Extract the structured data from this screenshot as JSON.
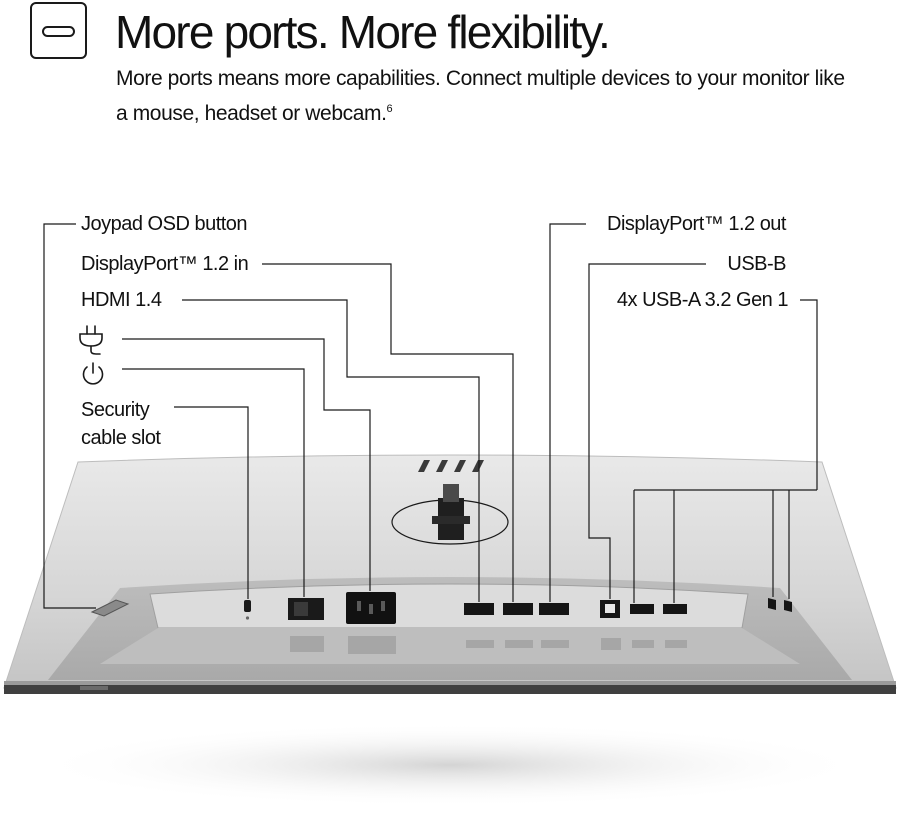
{
  "header": {
    "icon": "usb-port-icon",
    "title": "More ports. More flexibility.",
    "subtitle": "More ports means more capabilities. Connect multiple devices to your monitor like a mouse, headset or webcam.",
    "footnote": "6"
  },
  "callouts_left": [
    {
      "id": "joypad",
      "text": "Joypad OSD button"
    },
    {
      "id": "dp-in",
      "text": "DisplayPort™ 1.2 in"
    },
    {
      "id": "hdmi",
      "text": "HDMI 1.4"
    },
    {
      "id": "power-input",
      "icon": "power-plug-icon"
    },
    {
      "id": "power-switch",
      "icon": "power-icon"
    },
    {
      "id": "security-slot",
      "text_line1": "Security",
      "text_line2": "cable slot"
    }
  ],
  "callouts_right": [
    {
      "id": "dp-out",
      "text": "DisplayPort™ 1.2 out"
    },
    {
      "id": "usb-b",
      "text": "USB-B"
    },
    {
      "id": "usb-a",
      "text": "4x USB-A 3.2 Gen 1"
    }
  ],
  "colors": {
    "line": "#1a1a1a",
    "chassis_light": "#e4e4e4",
    "chassis_mid": "#cfcfcf",
    "chassis_dark": "#4a4a4a",
    "port_black": "#111111"
  }
}
